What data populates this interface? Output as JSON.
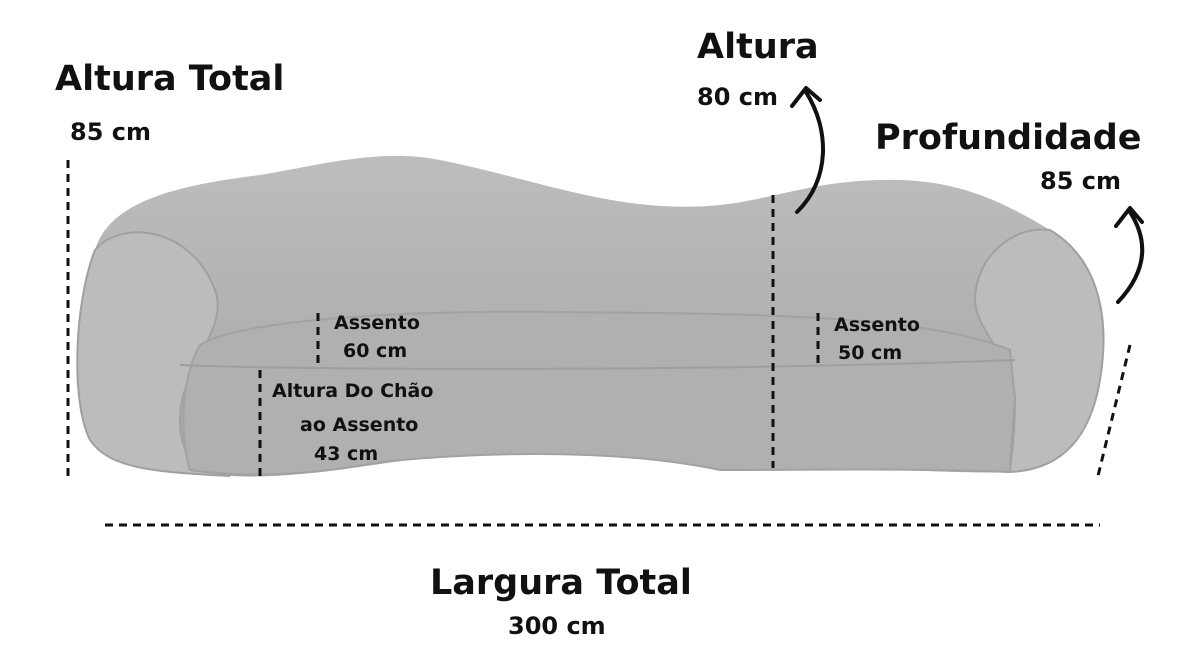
{
  "annotations": {
    "total_height": {
      "label": "Altura Total",
      "value": "85 cm"
    },
    "back_height": {
      "label": "Altura",
      "value": "80 cm"
    },
    "depth": {
      "label": "Profundidade",
      "value": "85 cm"
    },
    "seat_left": {
      "label": "Assento",
      "value": "60 cm"
    },
    "seat_right": {
      "label": "Assento",
      "value": "50 cm"
    },
    "seat_height": {
      "label_line1": "Altura Do Chão",
      "label_line2": "ao Assento",
      "value": "43 cm"
    },
    "total_width": {
      "label": "Largura Total",
      "value": "300 cm"
    }
  },
  "colors": {
    "sofa": "#b4b4b4",
    "sofa_shadow": "#9c9c9c",
    "ink": "#111111"
  }
}
